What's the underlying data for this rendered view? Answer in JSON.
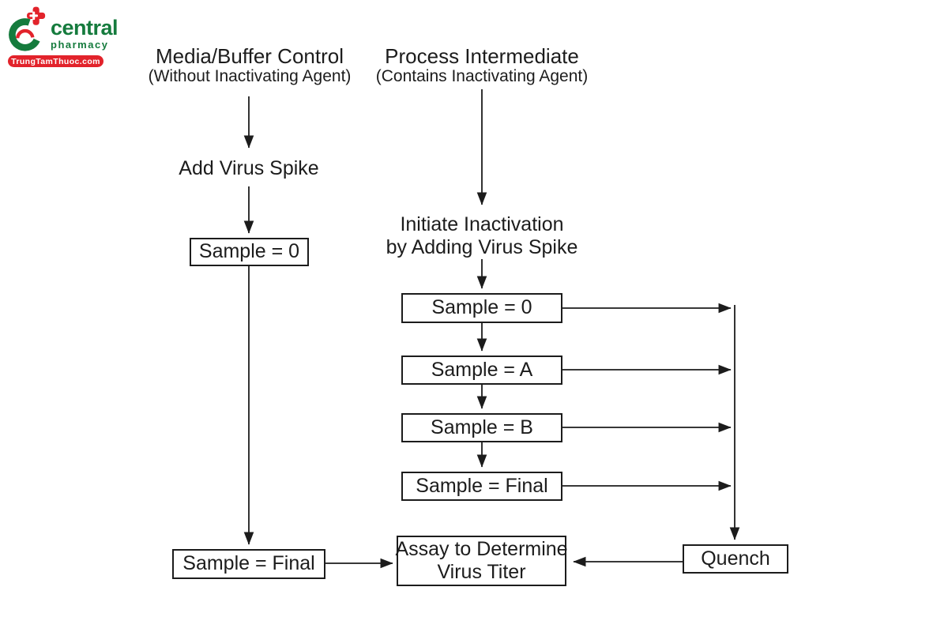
{
  "logo": {
    "brand": "central",
    "tagline": "pharmacy",
    "badge": "TrungTamThuoc.com"
  },
  "colors": {
    "brand-green": "#157B3D",
    "brand-red": "#E2232B",
    "ink": "#1C1C1C"
  },
  "flow": {
    "left": {
      "title": "Media/Buffer Control",
      "subtitle": "(Without Inactivating Agent)",
      "step": "Add Virus Spike",
      "box_start": "Sample = 0",
      "box_end": "Sample = Final"
    },
    "right": {
      "title": "Process Intermediate",
      "subtitle": "(Contains Inactivating Agent)",
      "step_line1": "Initiate Inactivation",
      "step_line2": "by Adding Virus Spike",
      "boxes": [
        "Sample = 0",
        "Sample = A",
        "Sample = B",
        "Sample = Final"
      ],
      "quench": "Quench"
    },
    "assay": {
      "line1": "Assay to Determine",
      "line2": "Virus Titer"
    }
  }
}
